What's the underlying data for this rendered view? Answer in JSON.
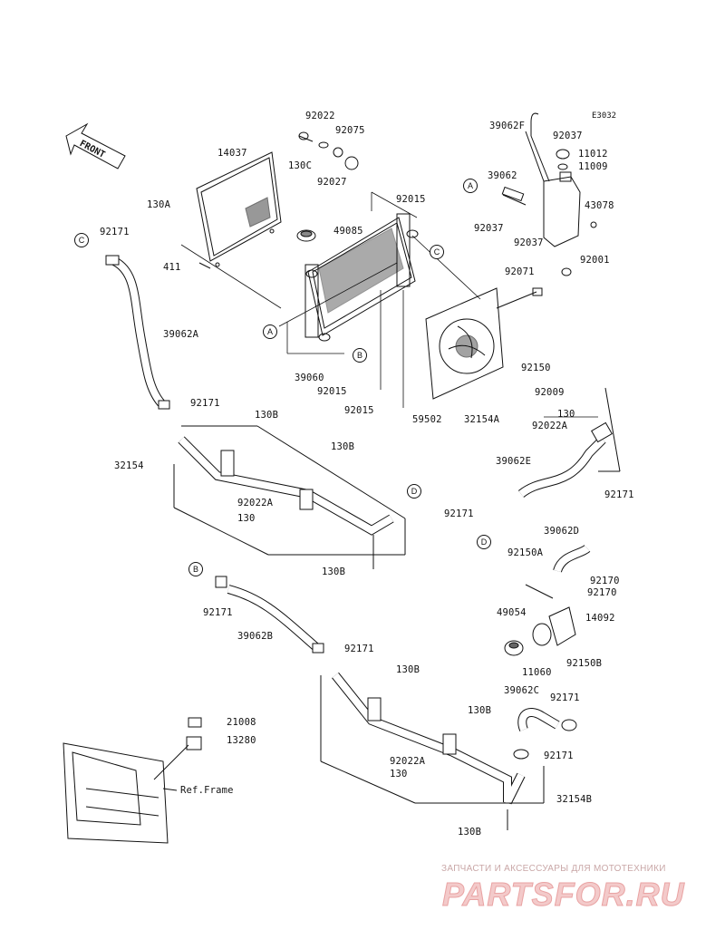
{
  "diagram_code": "E3032",
  "front_label": "FRONT",
  "frame_ref": "Ref.Frame",
  "callouts": {
    "a": "A",
    "b": "B",
    "c": "C",
    "d": "D"
  },
  "parts": {
    "p92022": "92022",
    "p92075": "92075",
    "p130c": "130C",
    "p92027": "92027",
    "p14037": "14037",
    "p130a": "130A",
    "p411": "411",
    "p92171_tl": "92171",
    "p39062a": "39062A",
    "p92015_t": "92015",
    "p49085": "49085",
    "p39060": "39060",
    "p92015_m": "92015",
    "p92015_b": "92015",
    "p39062f": "39062F",
    "p92037_t": "92037",
    "p11012": "11012",
    "p11009": "11009",
    "p39062": "39062",
    "p43078": "43078",
    "p92037_l": "92037",
    "p92037_b": "92037",
    "p92001": "92001",
    "p92071": "92071",
    "p92150": "92150",
    "p59502": "59502",
    "p92009": "92009",
    "p32154a": "32154A",
    "p130_r": "130",
    "p92022a_r": "92022A",
    "p39062e": "39062E",
    "p92171_r1": "92171",
    "p92171_r2": "92171",
    "p39062d": "39062D",
    "p92150a": "92150A",
    "p92170_1": "92170",
    "p92170_2": "92170",
    "p49054": "49054",
    "p14092": "14092",
    "p11060": "11060",
    "p92150b": "92150B",
    "p92171_m": "92171",
    "p130b_1": "130B",
    "p130b_2": "130B",
    "p32154": "32154",
    "p92022a_m": "92022A",
    "p130_m": "130",
    "p130b_3": "130B",
    "p92171_b1": "92171",
    "p39062b": "39062B",
    "p92171_b2": "92171",
    "p130b_4": "130B",
    "p130b_5": "130B",
    "p92022a_b": "92022A",
    "p130_b": "130",
    "p32154b": "32154B",
    "p130b_6": "130B",
    "p39062c": "39062C",
    "p92171_b3": "92171",
    "p92171_b4": "92171",
    "p21008": "21008",
    "p13280": "13280"
  },
  "watermark": {
    "tagline": "ЗАПЧАСТИ И АКСЕССУАРЫ ДЛЯ МОТОТЕХНИКИ",
    "brand": "PARTSFOR.RU"
  }
}
